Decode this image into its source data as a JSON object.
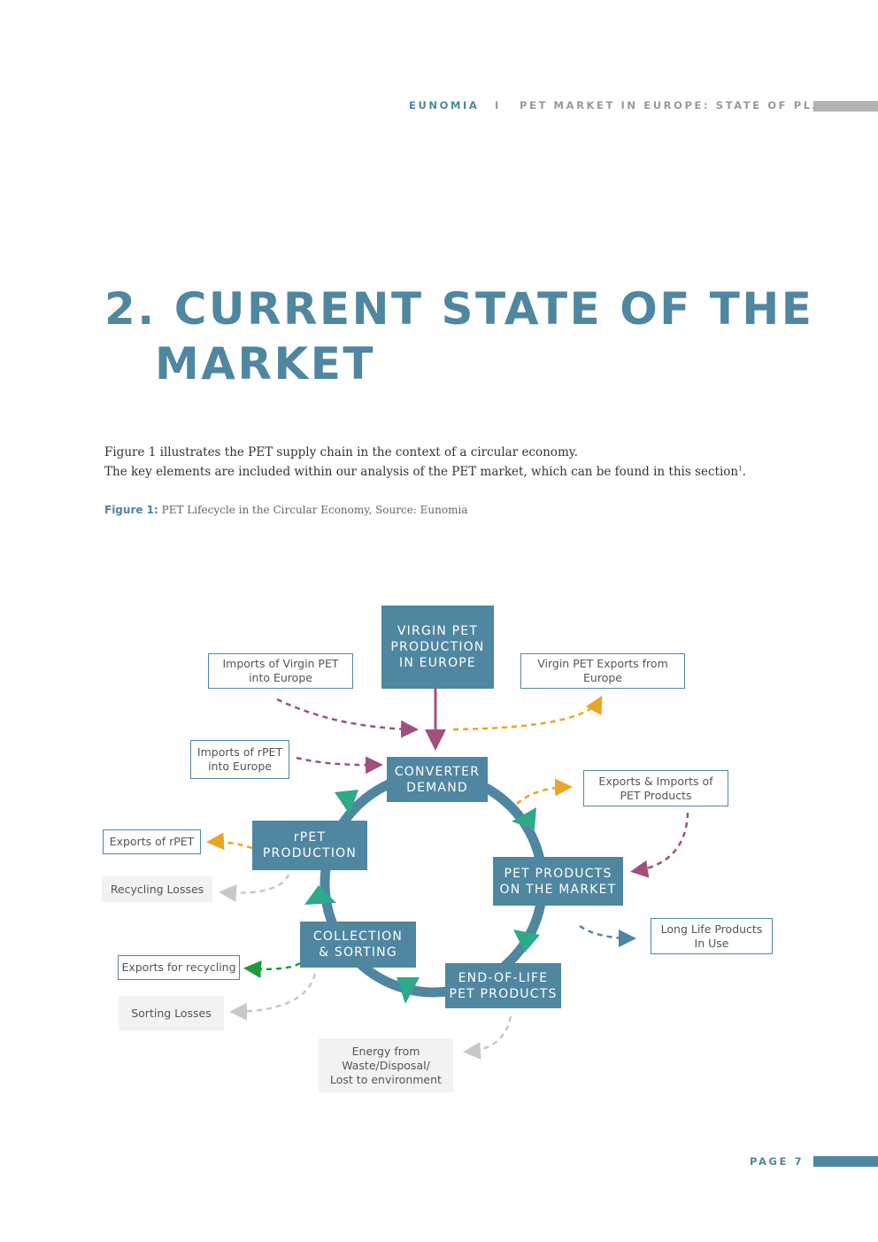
{
  "header": {
    "brand": "EUNOMIA",
    "separator": "I",
    "doc_title": "PET MARKET IN EUROPE: STATE OF PLAY"
  },
  "title": {
    "line1": "2. CURRENT STATE OF THE",
    "line2": "MARKET"
  },
  "body": {
    "p1": "Figure 1 illustrates the PET supply chain in the context of a circular economy.",
    "p2": "The key elements are included within our analysis of the PET market, which can be found in this section",
    "p2_sup": "1",
    "p2_end": "."
  },
  "caption": {
    "label": "Figure 1:",
    "text": " PET Lifecycle in the Circular Economy, Source: Eunomia"
  },
  "diagram": {
    "virgin": [
      "VIRGIN PET",
      "PRODUCTION",
      "IN EUROPE"
    ],
    "converter": [
      "CONVERTER",
      "DEMAND"
    ],
    "products": [
      "PET PRODUCTS",
      "ON THE MARKET"
    ],
    "eol": [
      "END-OF-LIFE",
      "PET PRODUCTS"
    ],
    "collection": [
      "COLLECTION",
      "& SORTING"
    ],
    "rpet": [
      "rPET",
      "PRODUCTION"
    ],
    "imports_virgin": [
      "Imports of Virgin PET",
      "into Europe"
    ],
    "exports_virgin": [
      "Virgin PET Exports from",
      "Europe"
    ],
    "imports_rpet": [
      "Imports of rPET",
      "into Europe"
    ],
    "exim_products": [
      "Exports & Imports of",
      "PET Products"
    ],
    "exports_rpet": [
      "Exports of rPET"
    ],
    "recycling_losses": [
      "Recycling Losses"
    ],
    "long_life": [
      "Long Life Products",
      "In Use"
    ],
    "exports_recycling": [
      "Exports for recycling"
    ],
    "sorting_losses": [
      "Sorting Losses"
    ],
    "energy": [
      "Energy from",
      "Waste/Disposal/",
      "Lost to environment"
    ]
  },
  "colors": {
    "primary": "#4f86a0",
    "gray_bar": "#b3b3b3",
    "magenta": "#a14f7f",
    "orange": "#e9a524",
    "teal": "#2ea98b",
    "green": "#1d9a3c",
    "gray_arrow": "#c8c8c8"
  },
  "footer": {
    "page": "PAGE 7"
  }
}
